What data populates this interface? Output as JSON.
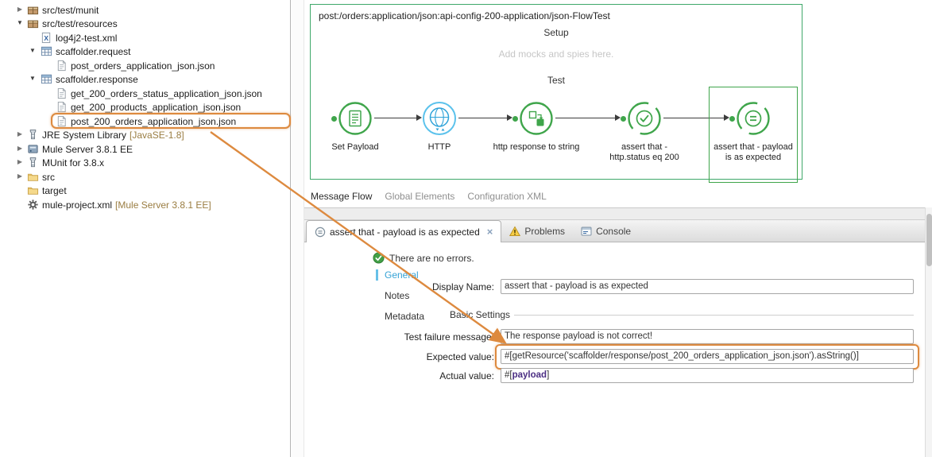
{
  "colors": {
    "mule_green": "#3FA54B",
    "http_blue": "#45B6E6",
    "annotation_orange": "#DD8A3F",
    "nav_selected_blue": "#36A3D6"
  },
  "tree": {
    "items": [
      {
        "label": "src/test/munit",
        "icon": "package-icon",
        "state": "collapsed"
      },
      {
        "label": "src/test/resources",
        "icon": "package-icon",
        "state": "expanded"
      },
      {
        "label": "log4j2-test.xml",
        "icon": "xml-file-icon"
      },
      {
        "label": "scaffolder.request",
        "icon": "package-grid-icon",
        "state": "expanded"
      },
      {
        "label": "post_orders_application_json.json",
        "icon": "file-icon"
      },
      {
        "label": "scaffolder.response",
        "icon": "package-grid-icon",
        "state": "expanded"
      },
      {
        "label": "get_200_orders_status_application_json.json",
        "icon": "file-icon"
      },
      {
        "label": "get_200_products_application_json.json",
        "icon": "file-icon"
      },
      {
        "label": "post_200_orders_application_json.json",
        "icon": "file-icon",
        "highlighted": true
      },
      {
        "label": "JRE System Library",
        "suffix": "[JavaSE-1.8]",
        "icon": "library-icon",
        "state": "collapsed"
      },
      {
        "label": "Mule Server 3.8.1 EE",
        "icon": "server-icon",
        "state": "collapsed"
      },
      {
        "label": "MUnit for 3.8.x",
        "icon": "library-icon",
        "state": "collapsed"
      },
      {
        "label": "src",
        "icon": "folder-icon",
        "state": "collapsed"
      },
      {
        "label": "target",
        "icon": "folder-icon"
      },
      {
        "label": "mule-project.xml",
        "suffix": "[Mule Server 3.8.1 EE]",
        "icon": "gear-icon"
      }
    ]
  },
  "flow": {
    "title": "post:/orders:application/json:api-config-200-application/json-FlowTest",
    "setup_label": "Setup",
    "setup_hint": "Add mocks and spies here.",
    "test_label": "Test",
    "nodes": [
      {
        "label": "Set Payload",
        "icon": "set-payload-icon"
      },
      {
        "label": "HTTP",
        "icon": "http-globe-icon"
      },
      {
        "label": "http response to string",
        "icon": "transform-icon"
      },
      {
        "label": "assert that - http.status eq 200",
        "icon": "assert-check-icon"
      },
      {
        "label": "assert that - payload is as expected",
        "icon": "assert-equals-icon",
        "selected": true
      }
    ]
  },
  "editor_tabs": [
    {
      "label": "Message Flow",
      "active": true
    },
    {
      "label": "Global Elements"
    },
    {
      "label": "Configuration XML"
    }
  ],
  "properties": {
    "tabs": [
      {
        "label": "assert that - payload is as expected",
        "icon": "assert-equals-icon",
        "closable": true,
        "active": true
      },
      {
        "label": "Problems",
        "icon": "problems-icon"
      },
      {
        "label": "Console",
        "icon": "console-icon"
      }
    ],
    "status_message": "There are no errors.",
    "nav": [
      {
        "label": "General",
        "selected": true
      },
      {
        "label": "Notes"
      },
      {
        "label": "Metadata"
      }
    ],
    "display_name": {
      "label": "Display Name:",
      "value": "assert that - payload is as expected"
    },
    "section_title": "Basic Settings",
    "test_failure": {
      "label": "Test failure message:",
      "value": "The response payload is not correct!"
    },
    "expected": {
      "label": "Expected value:",
      "value": "#[getResource('scaffolder/response/post_200_orders_application_json.json').asString()]",
      "highlighted": true
    },
    "actual": {
      "label": "Actual value:",
      "prefix": "#[",
      "keyword": "payload",
      "suffix": "]"
    }
  }
}
